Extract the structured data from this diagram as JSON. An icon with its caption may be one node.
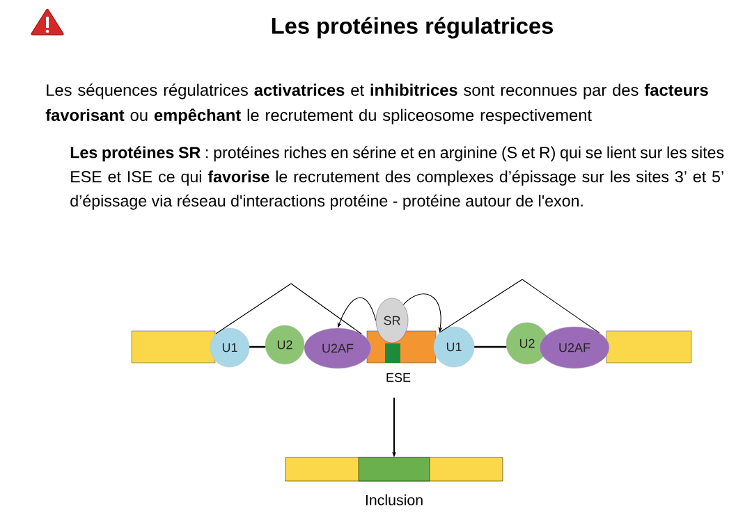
{
  "diagram": {
    "title": "Les protéines régulatrices",
    "nodes": [
      {
        "text": [],
        "shape": "bar"
      },
      {
        "text": [
          "U1"
        ]
      },
      {
        "text": [
          "U2"
        ]
      },
      {
        "text": [
          "U2AF"
        ]
      },
      {
        "text": [
          "SR"
        ]
      },
      {
        "text": [
          "U1"
        ]
      },
      {
        "text": [
          "U2"
        ]
      },
      {
        "text": [
          "U2AF"
        ]
      },
      {
        "text": [],
        "shape": "bar",
        "beside": [
          "Inclusion"
        ]
      }
    ],
    "edges": [
      {
        "from": 1,
        "to": 3,
        "arrow": "none"
      },
      {
        "from": 5,
        "to": 7,
        "arrow": "none"
      },
      {
        "from": 4,
        "to": 3,
        "arrow": "to"
      },
      {
        "from": 4,
        "to": 5,
        "arrow": "to"
      },
      {
        "from": 0,
        "to": 8,
        "arrow": "to"
      }
    ],
    "labels": [
      "Les séquences régulatrices **activatrices** et **inhibitrices** sont reconnues par des **facteurs favorisant** ou **empêchant** le recrutement du spliceosome respectivement",
      "**Les protéines SR** :  protéines riches en sérine et en arginine (S et R) qui se lient sur les sites ESE et ISE ce qui **favorise** le recrutement des complexes d’épissage sur les sites 3’ et 5’ d’épissage via réseau d'interactions protéine - protéine autour de l'exon.",
      "ESE"
    ]
  }
}
